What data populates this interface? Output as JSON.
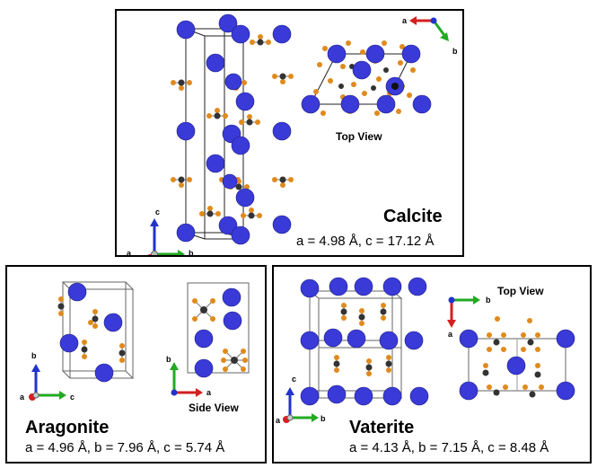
{
  "panels": {
    "calcite": {
      "title": "Calcite",
      "params": "a = 4.98 Å, c = 17.12 Å",
      "top_view_label": "Top View",
      "axes_main": {
        "c": "c",
        "a": "a",
        "b": "b"
      },
      "axes_top": {
        "a": "a",
        "b": "b"
      }
    },
    "aragonite": {
      "title": "Aragonite",
      "params": "a = 4.96 Å, b = 7.96 Å, c = 5.74 Å",
      "side_view_label": "Side View",
      "axes_main": {
        "b": "b",
        "a": "a",
        "c": "c"
      },
      "axes_side": {
        "b": "b",
        "a": "a"
      }
    },
    "vaterite": {
      "title": "Vaterite",
      "params": "a = 4.13 Å, b = 7.15 Å, c = 8.48 Å",
      "top_view_label": "Top View",
      "axes_main": {
        "c": "c",
        "a": "a",
        "b": "b"
      },
      "axes_top": {
        "b": "b",
        "a": "a"
      }
    }
  },
  "colors": {
    "calcium": "#3a3ad8",
    "carbon": "#333333",
    "oxygen": "#e08a1e",
    "axis_a": "#d42020",
    "axis_b": "#22aa22",
    "axis_c": "#2233cc"
  }
}
